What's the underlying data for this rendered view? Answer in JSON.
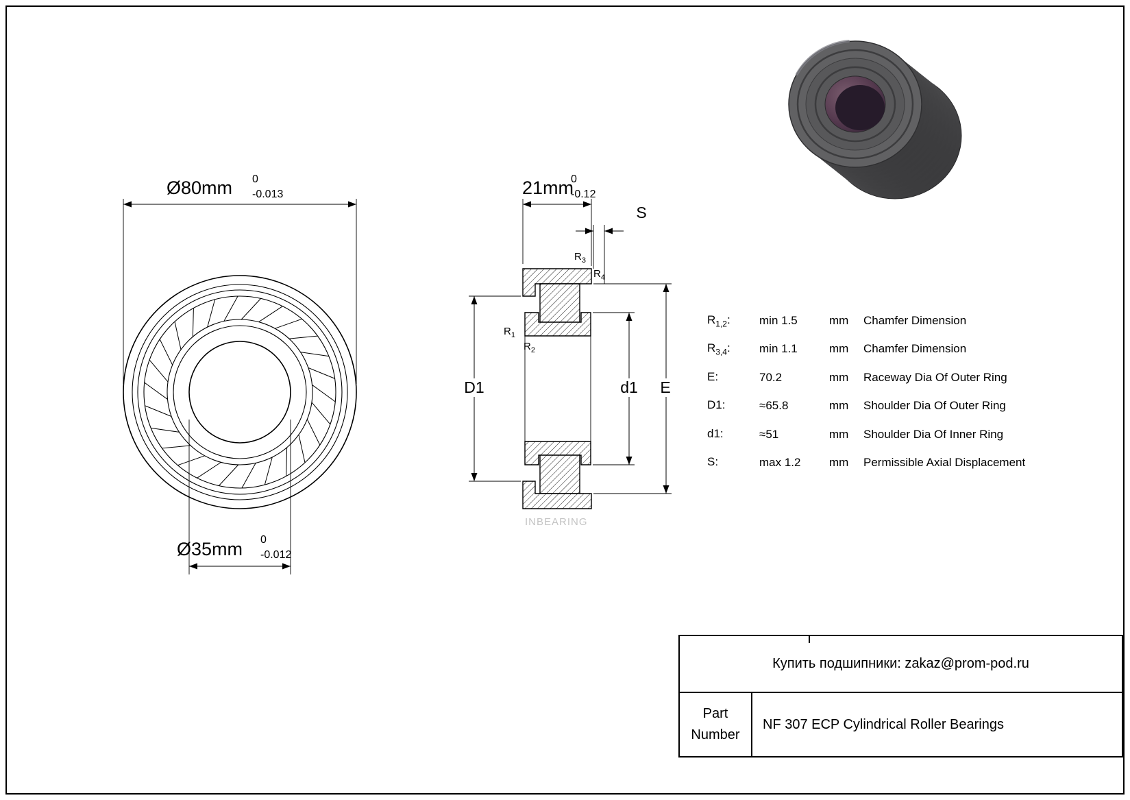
{
  "drawing": {
    "front_view": {
      "outer_dim": {
        "text": "Ø80mm",
        "tol_top": "0",
        "tol_bot": "-0.013"
      },
      "bore_dim": {
        "text": "Ø35mm",
        "tol_top": "0",
        "tol_bot": "-0.012"
      }
    },
    "section_view": {
      "width_dim": {
        "text": "21mm",
        "tol_top": "0",
        "tol_bot": "-0.12"
      },
      "s_label": "S",
      "r1": {
        "sym": "R",
        "sub": "1"
      },
      "r2": {
        "sym": "R",
        "sub": "2"
      },
      "r3": {
        "sym": "R",
        "sub": "3"
      },
      "r4": {
        "sym": "R",
        "sub": "4"
      },
      "d1_outer_label": "D1",
      "d1_inner_label": "d1",
      "e_label": "E",
      "watermark": "INBEARING"
    }
  },
  "specs": {
    "rows": [
      {
        "sym": "R",
        "sub": "1,2",
        "suffix": ":",
        "value": "min 1.5",
        "unit": "mm",
        "desc": "Chamfer Dimension"
      },
      {
        "sym": "R",
        "sub": "3,4",
        "suffix": ":",
        "value": "min 1.1",
        "unit": "mm",
        "desc": "Chamfer Dimension"
      },
      {
        "sym": "E",
        "sub": "",
        "suffix": ":",
        "value": "70.2",
        "unit": "mm",
        "desc": "Raceway Dia Of Outer Ring"
      },
      {
        "sym": "D1",
        "sub": "",
        "suffix": ":",
        "value": "≈65.8",
        "unit": "mm",
        "desc": "Shoulder Dia Of Outer Ring"
      },
      {
        "sym": "d1",
        "sub": "",
        "suffix": ":",
        "value": "≈51",
        "unit": "mm",
        "desc": "Shoulder Dia Of Inner Ring"
      },
      {
        "sym": "S",
        "sub": "",
        "suffix": ":",
        "value": "max 1.2",
        "unit": "mm",
        "desc": "Permissible Axial Displacement"
      }
    ]
  },
  "title_block": {
    "contact": "Купить подшипники: zakaz@prom-pod.ru",
    "part_label_line1": "Part",
    "part_label_line2": "Number",
    "part_name": "NF 307 ECP Cylindrical Roller Bearings"
  },
  "colors": {
    "line": "#000000",
    "photo_body": "#5d5d5f",
    "photo_bore": "#4a3448",
    "watermark": "#c4c4c4"
  }
}
